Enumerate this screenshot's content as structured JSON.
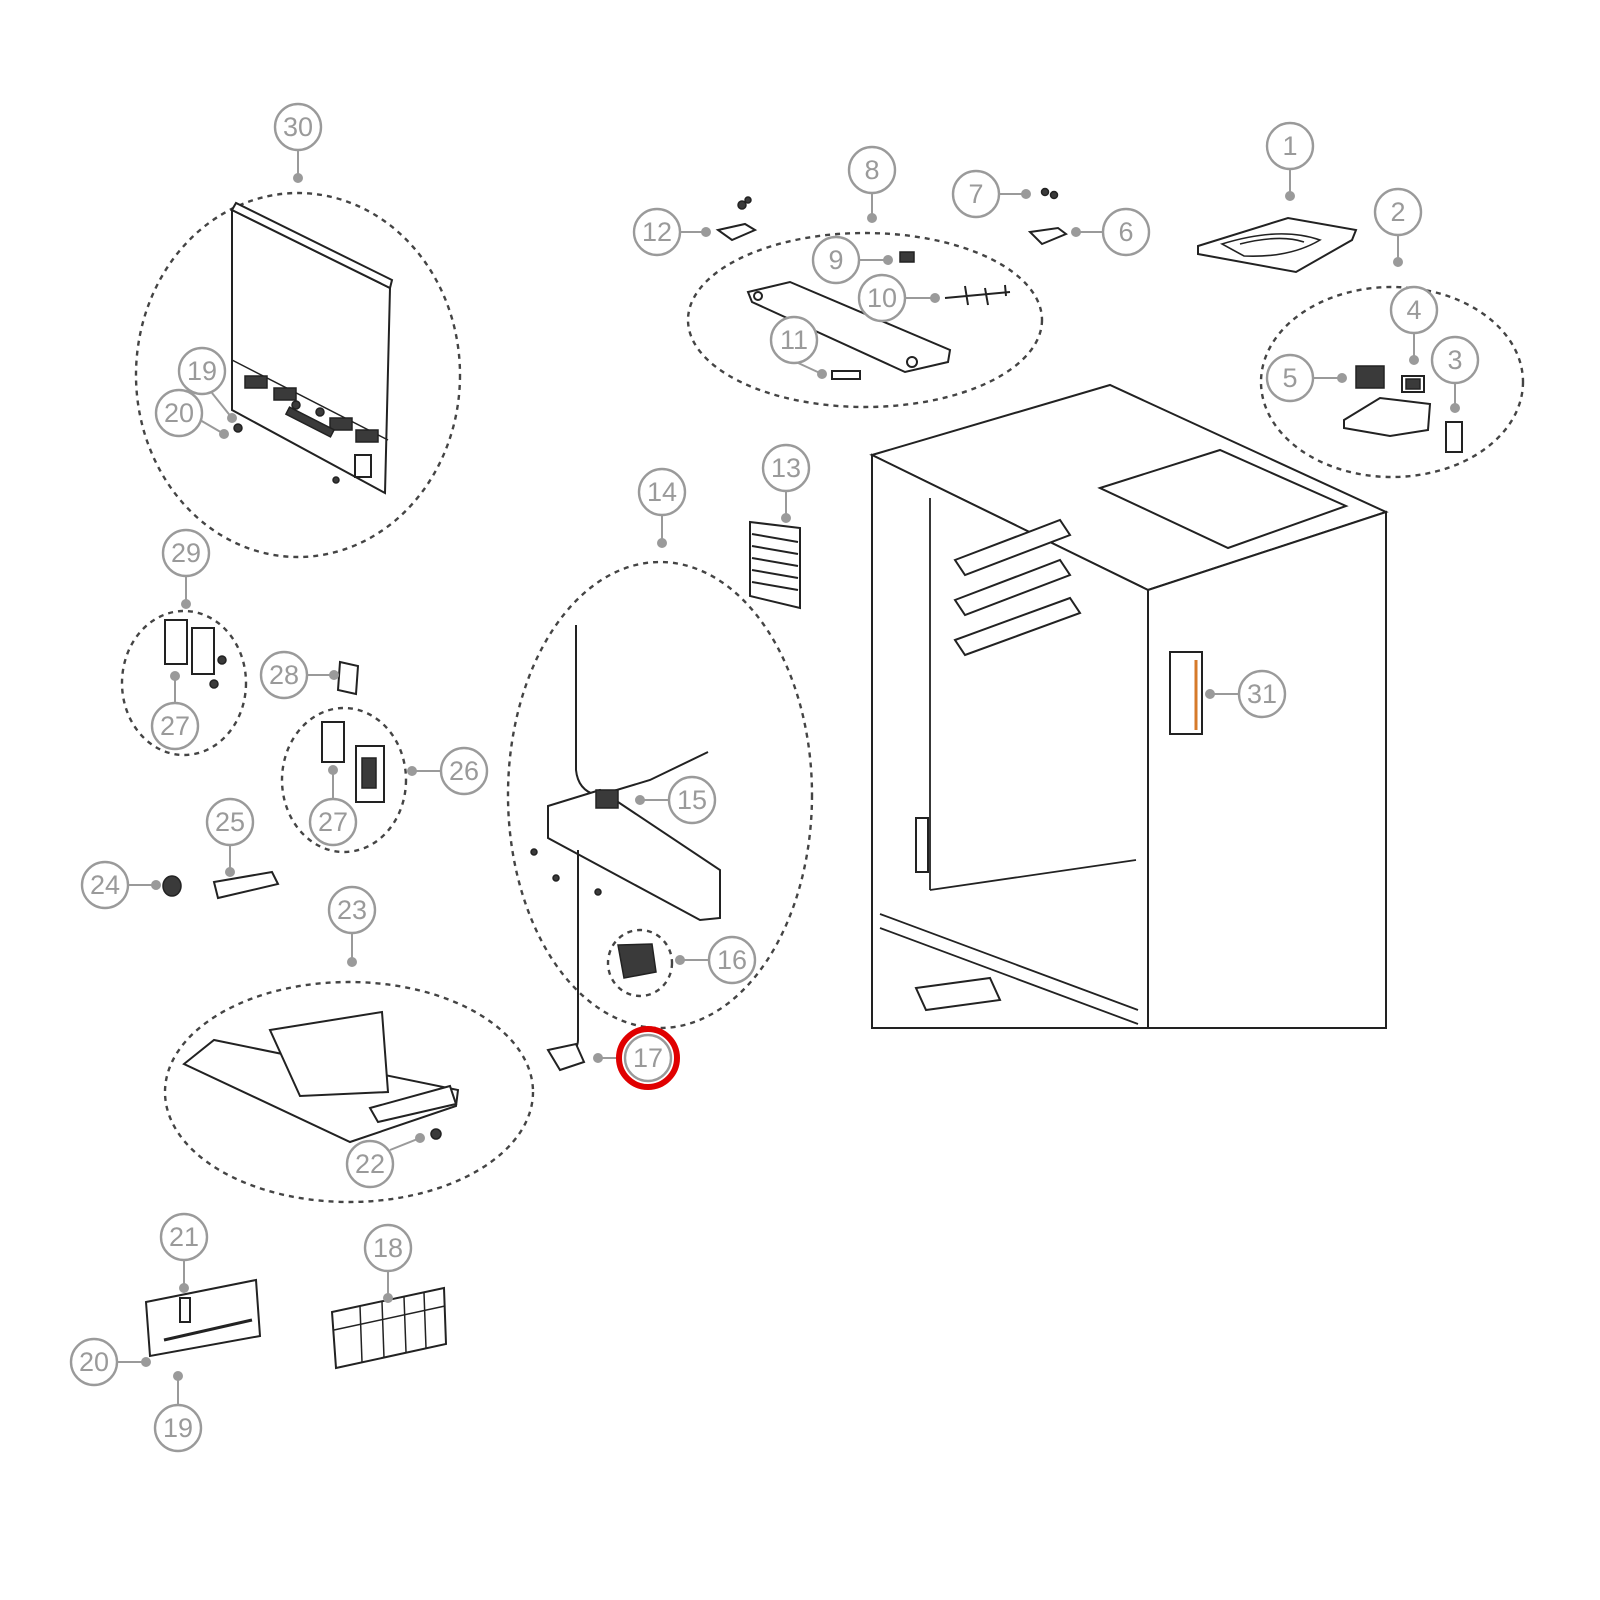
{
  "diagram": {
    "style": {
      "callout_stroke": "#9a9a9a",
      "callout_text": "#9a9a9a",
      "line_color": "#222222",
      "highlight_color": "#e00000",
      "accent_color": "#d67a2a"
    },
    "highlighted_callout": "17",
    "callouts": [
      {
        "id": "c1",
        "label": "1"
      },
      {
        "id": "c2",
        "label": "2"
      },
      {
        "id": "c3",
        "label": "3"
      },
      {
        "id": "c4",
        "label": "4"
      },
      {
        "id": "c5",
        "label": "5"
      },
      {
        "id": "c6",
        "label": "6"
      },
      {
        "id": "c7",
        "label": "7"
      },
      {
        "id": "c8",
        "label": "8"
      },
      {
        "id": "c9",
        "label": "9"
      },
      {
        "id": "c10",
        "label": "10"
      },
      {
        "id": "c11",
        "label": "11"
      },
      {
        "id": "c12",
        "label": "12"
      },
      {
        "id": "c13",
        "label": "13"
      },
      {
        "id": "c14",
        "label": "14"
      },
      {
        "id": "c15",
        "label": "15"
      },
      {
        "id": "c16",
        "label": "16"
      },
      {
        "id": "c17",
        "label": "17"
      },
      {
        "id": "c18",
        "label": "18"
      },
      {
        "id": "c19a",
        "label": "19"
      },
      {
        "id": "c19b",
        "label": "19"
      },
      {
        "id": "c20a",
        "label": "20"
      },
      {
        "id": "c20b",
        "label": "20"
      },
      {
        "id": "c21",
        "label": "21"
      },
      {
        "id": "c22",
        "label": "22"
      },
      {
        "id": "c23",
        "label": "23"
      },
      {
        "id": "c24",
        "label": "24"
      },
      {
        "id": "c25",
        "label": "25"
      },
      {
        "id": "c26",
        "label": "26"
      },
      {
        "id": "c27a",
        "label": "27"
      },
      {
        "id": "c27b",
        "label": "27"
      },
      {
        "id": "c28",
        "label": "28"
      },
      {
        "id": "c29",
        "label": "29"
      },
      {
        "id": "c30",
        "label": "30"
      },
      {
        "id": "c31",
        "label": "31"
      }
    ]
  }
}
